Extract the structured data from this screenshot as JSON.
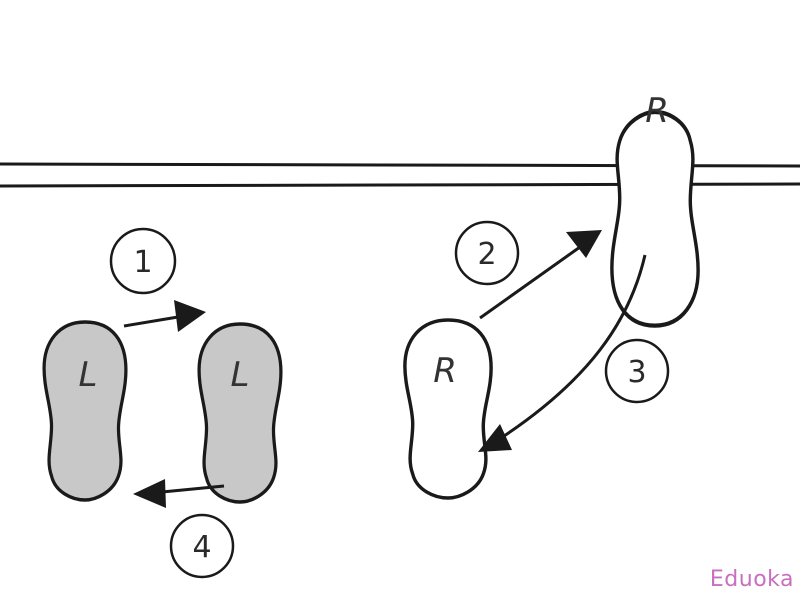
{
  "diagram": {
    "feet": [
      {
        "id": "left-start",
        "label": "L",
        "filled": true
      },
      {
        "id": "left-end",
        "label": "L",
        "filled": true
      },
      {
        "id": "right-start",
        "label": "R",
        "filled": false
      },
      {
        "id": "right-end",
        "label": "R",
        "filled": false
      }
    ],
    "steps": [
      {
        "number": "1"
      },
      {
        "number": "2"
      },
      {
        "number": "3"
      },
      {
        "number": "4"
      }
    ]
  },
  "watermark": {
    "text": "Eduoka",
    "color": "#c86fc0"
  },
  "colors": {
    "outline": "#1a1a1a",
    "foot_fill_shaded": "#c8c8c8",
    "foot_fill_plain": "#ffffff"
  }
}
